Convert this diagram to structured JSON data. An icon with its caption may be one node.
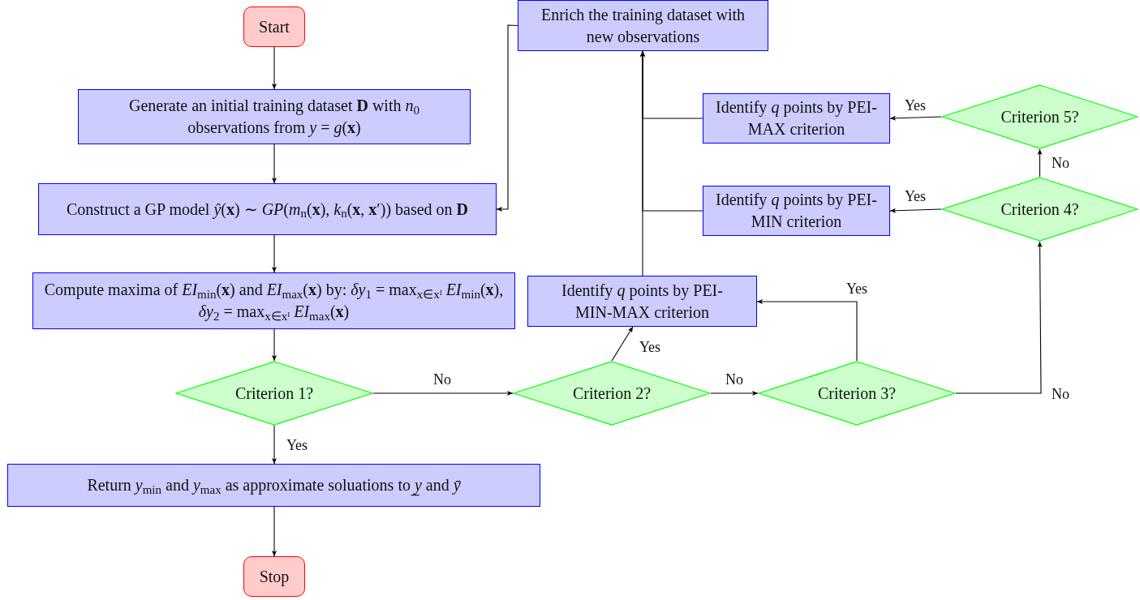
{
  "diagram": {
    "nodes": [
      {
        "text": [
          "Start"
        ]
      },
      {
        "text": [
          "Generate an initial training dataset **D** with *n*$_{0}$ observations from *y* = *g*(**x**)"
        ]
      },
      {
        "text": [
          "Construct a GP model *ŷ*(**x**) ∼ *GP*(*m*$_{n}$(**x**), *k*$_{n}$(**x**, **x**′)) based on **D**"
        ]
      },
      {
        "text": [
          "Compute maxima of *EI*$_{min}$(**x**) and *EI*$_{max}$(**x**) by: *δy*$_{1}$ = max$_{x∈xᴵ}$ *EI*$_{min}$(**x**), *δy*$_{2}$ = max$_{x∈xᴵ}$ *EI*$_{max}$(**x**)"
        ]
      },
      {
        "text": [
          "Criterion 1?"
        ]
      },
      {
        "text": [
          "Return *y*$_{min}$ and *y*$_{max}$ as approximate soluations to *y̲* and *ȳ*"
        ]
      },
      {
        "text": [
          "Stop"
        ]
      },
      {
        "text": [
          "Criterion 2?"
        ]
      },
      {
        "text": [
          "Criterion 3?"
        ]
      },
      {
        "text": [
          "Identify *q* points by PEI-MIN-MAX criterion"
        ]
      },
      {
        "text": [
          "Criterion 4?"
        ]
      },
      {
        "text": [
          "Criterion 5?"
        ]
      },
      {
        "text": [
          "Identify *q* points by PEI-MIN criterion"
        ]
      },
      {
        "text": [
          "Identify *q* points by PEI-MAX criterion"
        ]
      },
      {
        "text": [
          "Enrich the training dataset with new observations"
        ]
      }
    ],
    "edges": [
      {
        "from": 0,
        "to": 1,
        "arrow": "to"
      },
      {
        "from": 1,
        "to": 2,
        "arrow": "to"
      },
      {
        "from": 2,
        "to": 3,
        "arrow": "to"
      },
      {
        "from": 3,
        "to": 4,
        "arrow": "to"
      },
      {
        "from": 4,
        "to": 5,
        "arrow": "to",
        "label": "Yes"
      },
      {
        "from": 5,
        "to": 6,
        "arrow": "to"
      },
      {
        "from": 4,
        "to": 7,
        "arrow": "to",
        "label": "No"
      },
      {
        "from": 7,
        "to": 9,
        "arrow": "to",
        "label": "Yes"
      },
      {
        "from": 7,
        "to": 8,
        "arrow": "to",
        "label": "No"
      },
      {
        "from": 8,
        "to": 9,
        "arrow": "to",
        "label": "Yes"
      },
      {
        "from": 8,
        "to": 10,
        "arrow": "to",
        "label": "No"
      },
      {
        "from": 10,
        "to": 11,
        "arrow": "to",
        "label": "No"
      },
      {
        "from": 10,
        "to": 12,
        "arrow": "to",
        "label": "Yes"
      },
      {
        "from": 11,
        "to": 13,
        "arrow": "to",
        "label": "Yes"
      },
      {
        "from": 9,
        "to": 14,
        "arrow": "to"
      },
      {
        "from": 12,
        "to": 14,
        "arrow": "to"
      },
      {
        "from": 13,
        "to": 14,
        "arrow": "to"
      },
      {
        "from": 14,
        "to": 2,
        "arrow": "to"
      }
    ]
  }
}
